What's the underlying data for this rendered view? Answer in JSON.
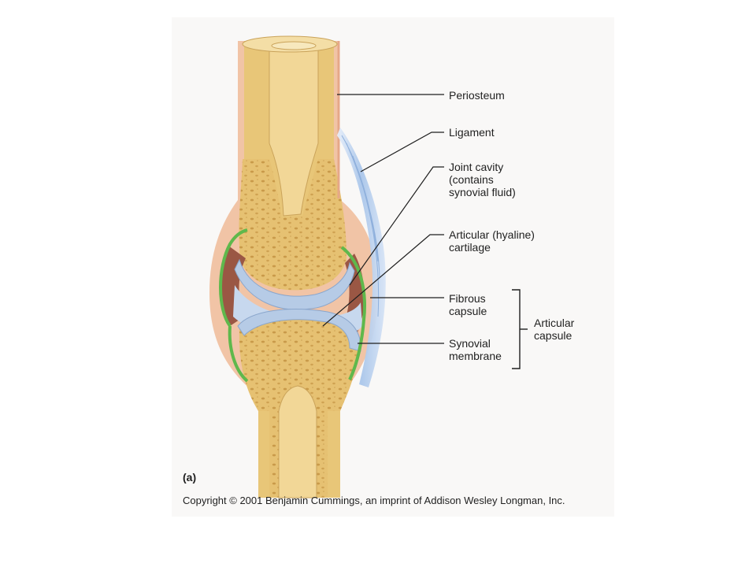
{
  "labels": {
    "periosteum": "Periosteum",
    "ligament": "Ligament",
    "joint_cavity": "Joint cavity\n(contains\nsynovial fluid)",
    "articular_cartilage": "Articular (hyaline)\ncartilage",
    "fibrous_capsule": "Fibrous\ncapsule",
    "synovial_membrane": "Synovial\nmembrane",
    "articular_capsule": "Articular\ncapsule"
  },
  "panel_label": "(a)",
  "copyright": "Copyright © 2001 Benjamin Cummings, an imprint of Addison Wesley Longman, Inc.",
  "colors": {
    "bone": "#e9c97a",
    "bone_shadow": "#d8b065",
    "compact_bone": "#f1dc9f",
    "marrow": "#f3dfa8",
    "periosteum": "#f3c4a8",
    "cartilage": "#b6cbe6",
    "cavity": "#9c5c48",
    "synovial": "#6fbf5a",
    "ligament": "#bcd4ef"
  }
}
